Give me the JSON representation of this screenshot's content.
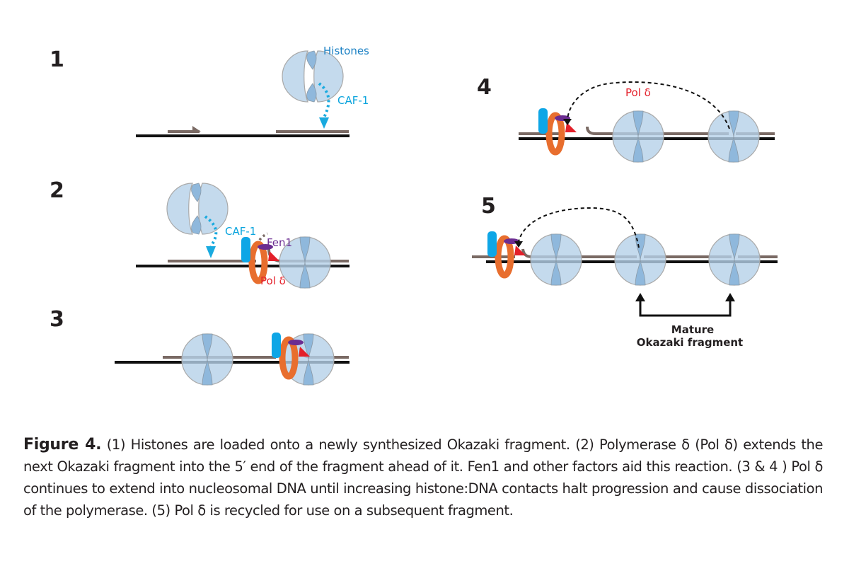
{
  "figure": {
    "panels": [
      {
        "number": "1"
      },
      {
        "number": "2"
      },
      {
        "number": "3"
      },
      {
        "number": "4"
      },
      {
        "number": "5"
      }
    ],
    "labels": {
      "histones": "Histones",
      "caf1": "CAF-1",
      "fen1": "Fen1",
      "pol_delta": "Pol δ",
      "mature_line1": "Mature",
      "mature_line2": "Okazaki fragment"
    },
    "colors": {
      "template_strand": "#111111",
      "nascent_strand": "#7a6a64",
      "histone_fill": "#b5d1e9",
      "caf1": "#19aadf",
      "pcna_blue": "#0ea6e6",
      "pol_delta_ring": "#e86e2e",
      "fen1": "#6b2c91",
      "flap_red": "#e3202a"
    }
  },
  "caption": {
    "title": "Figure 4.",
    "text": " (1) Histones are loaded onto a newly synthesized Okazaki fragment. (2) Polymerase δ (Pol δ) extends the next Okazaki fragment into the 5′ end of the fragment ahead of it.  Fen1 and other factors aid this reaction. (3 & 4 ) Pol δ continues to extend into nucleosomal DNA until increasing histone:DNA contacts halt progression and cause dissociation of the polymerase.  (5) Pol δ is recycled for use on a subsequent fragment."
  }
}
